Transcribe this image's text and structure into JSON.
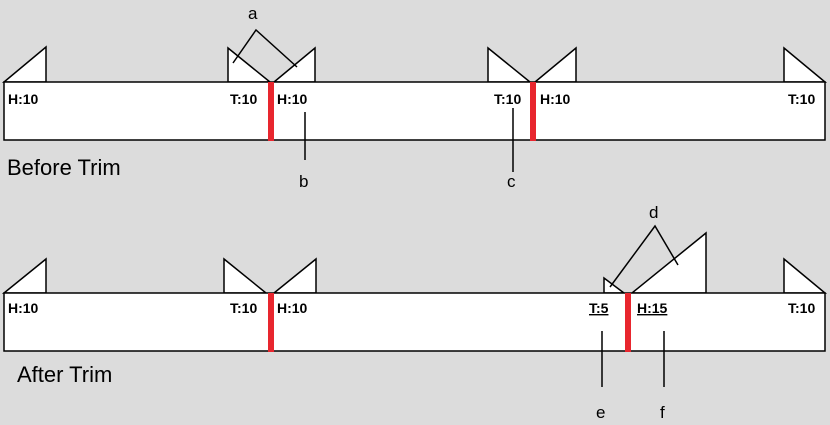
{
  "colors": {
    "background": "#dcdcdc",
    "clip": "#ffffff",
    "edit_point": "#e8262e",
    "stroke": "#000000"
  },
  "before": {
    "caption": "Before Trim",
    "labels": [
      "H:10",
      "T:10",
      "H:10",
      "T:10",
      "H:10",
      "T:10"
    ],
    "callouts": {
      "a": "a",
      "b": "b",
      "c": "c"
    }
  },
  "after": {
    "caption": "After Trim",
    "labels": [
      "H:10",
      "T:10",
      "H:10",
      "T:5",
      "H:15",
      "T:10"
    ],
    "callouts": {
      "d": "d",
      "e": "e",
      "f": "f"
    }
  }
}
